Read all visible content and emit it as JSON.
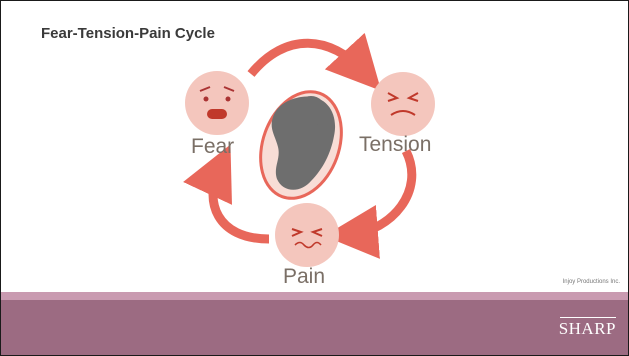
{
  "slide": {
    "title": "Fear-Tension-Pain Cycle",
    "credit": "Injoy Productions Inc.",
    "logo": "SHARP"
  },
  "cycle": {
    "nodes": [
      {
        "label": "Fear",
        "face": "frightened-face-icon"
      },
      {
        "label": "Tension",
        "face": "grimacing-face-icon"
      },
      {
        "label": "Pain",
        "face": "pained-face-icon"
      }
    ],
    "center": "baby-in-womb-icon",
    "direction": "clockwise"
  },
  "colors": {
    "face": "#f4c6bd",
    "arrow": "#e8675a",
    "womb_outline": "#e8675a",
    "womb_fill": "#f8ddd6",
    "baby": "#6e6e6e",
    "band_light": "#c99ab0",
    "band_dark": "#9c6b82"
  }
}
